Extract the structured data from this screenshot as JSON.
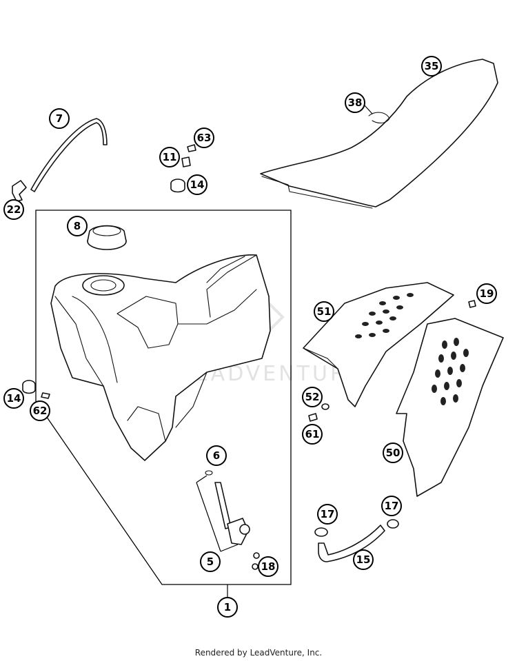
{
  "diagram": {
    "callouts": {
      "c1": "1",
      "c5": "5",
      "c6": "6",
      "c7": "7",
      "c8": "8",
      "c11": "11",
      "c14a": "14",
      "c14b": "14",
      "c15": "15",
      "c17a": "17",
      "c17b": "17",
      "c18": "18",
      "c19": "19",
      "c22": "22",
      "c35": "35",
      "c38": "38",
      "c50": "50",
      "c51": "51",
      "c52": "52",
      "c61": "61",
      "c62": "62",
      "c63": "63"
    },
    "watermark": "LEADVENTURE"
  },
  "footer": {
    "credit": "Rendered by LeadVenture, Inc."
  }
}
